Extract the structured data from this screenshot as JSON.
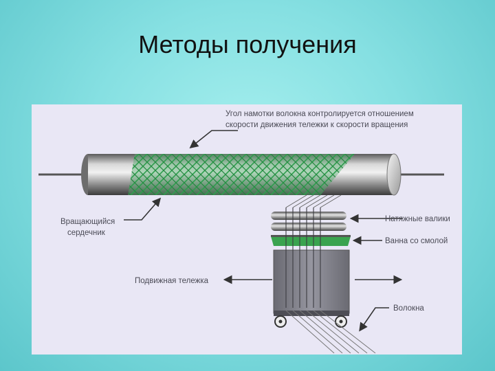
{
  "slide": {
    "title": "Методы получения"
  },
  "diagram": {
    "labels": {
      "winding_angle_line1": "Угол намотки волокна контролируется отношением",
      "winding_angle_line2": "скорости движения тележки к скорости вращения",
      "mandrel_line1": "Вращающийся",
      "mandrel_line2": "сердечник",
      "tension_rollers": "Натяжные валики",
      "resin_bath": "Ванна со смолой",
      "moving_carriage": "Подвижная тележка",
      "fibers": "Волокна"
    },
    "colors": {
      "panel": "#e9e7f5",
      "fiber_winding": "#2e9e4e",
      "mandrel": "#8a8a8a",
      "carriage": "#7a7a82"
    }
  }
}
